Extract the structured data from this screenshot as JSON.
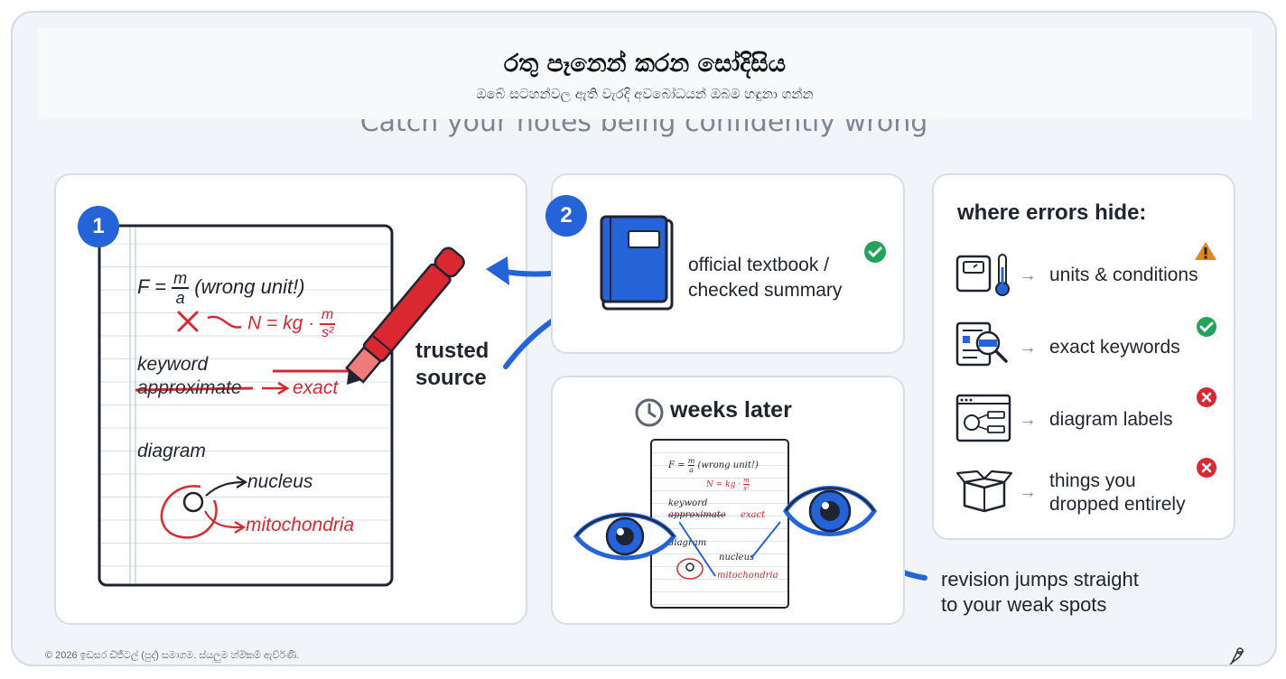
{
  "header": {
    "title": "රතු පෑනෙන් කරන සෝදිසිය",
    "subtitle": "ඔබේ සටහන්වල ඇති වැරදි අවබෝධයන් ඔබම හඳුනා ගන්න",
    "ghost_title": "Catch your notes being confidently wrong"
  },
  "step1": {
    "badge": "1",
    "formula_prefix": "F =",
    "frac_num": "m",
    "frac_den": "a",
    "formula_note": "(wrong unit!)",
    "unit_fix_prefix": "N = kg ·",
    "unit_fix_num": "m",
    "unit_fix_den": "s²",
    "keyword_label": "keyword",
    "keyword_wrong": "approximate",
    "keyword_fix": "exact",
    "diagram_label": "diagram",
    "label_nucleus": "nucleus",
    "label_mito": "mitochondria"
  },
  "step2": {
    "badge": "2",
    "source_line1": "official textbook /",
    "source_line2": "checked summary",
    "trusted_line1": "trusted",
    "trusted_line2": "source"
  },
  "later": {
    "title": "weeks later",
    "mini_formula": "F =",
    "mini_num": "m",
    "mini_den": "a",
    "mini_note": "(wrong unit!)",
    "mini_unit": "N = kg ·",
    "mini_unit_num": "m",
    "mini_unit_den": "s²",
    "mini_keyword": "keyword",
    "mini_wrong": "approximate",
    "mini_fix": "exact",
    "mini_diagram": "diagram",
    "mini_nucleus": "nucleus",
    "mini_mito": "mitochondria",
    "revision_line1": "revision jumps straight",
    "revision_line2": "to your weak spots"
  },
  "errors": {
    "title": "where errors hide:",
    "items": [
      {
        "icon": "scale-thermometer-icon",
        "line1": "units & conditions",
        "line2": "",
        "status": "warning-icon"
      },
      {
        "icon": "document-search-icon",
        "line1": "exact keywords",
        "line2": "",
        "status": "check-icon"
      },
      {
        "icon": "diagram-window-icon",
        "line1": "diagram labels",
        "line2": "",
        "status": "cross-icon"
      },
      {
        "icon": "open-box-icon",
        "line1": "things you",
        "line2": "dropped entirely",
        "status": "cross-icon"
      }
    ]
  },
  "footer": {
    "copyright": "© 2026 ඉඩසර ඩි්ජි්ටල් (පුද්) සමාගම. ස්යලුම හ්මි්කම් ඇව්ර්ණි."
  },
  "colors": {
    "accent_blue": "#2563d8",
    "red_pen": "#d9282f",
    "green_check": "#22a35a",
    "warning_orange": "#e0871b"
  }
}
